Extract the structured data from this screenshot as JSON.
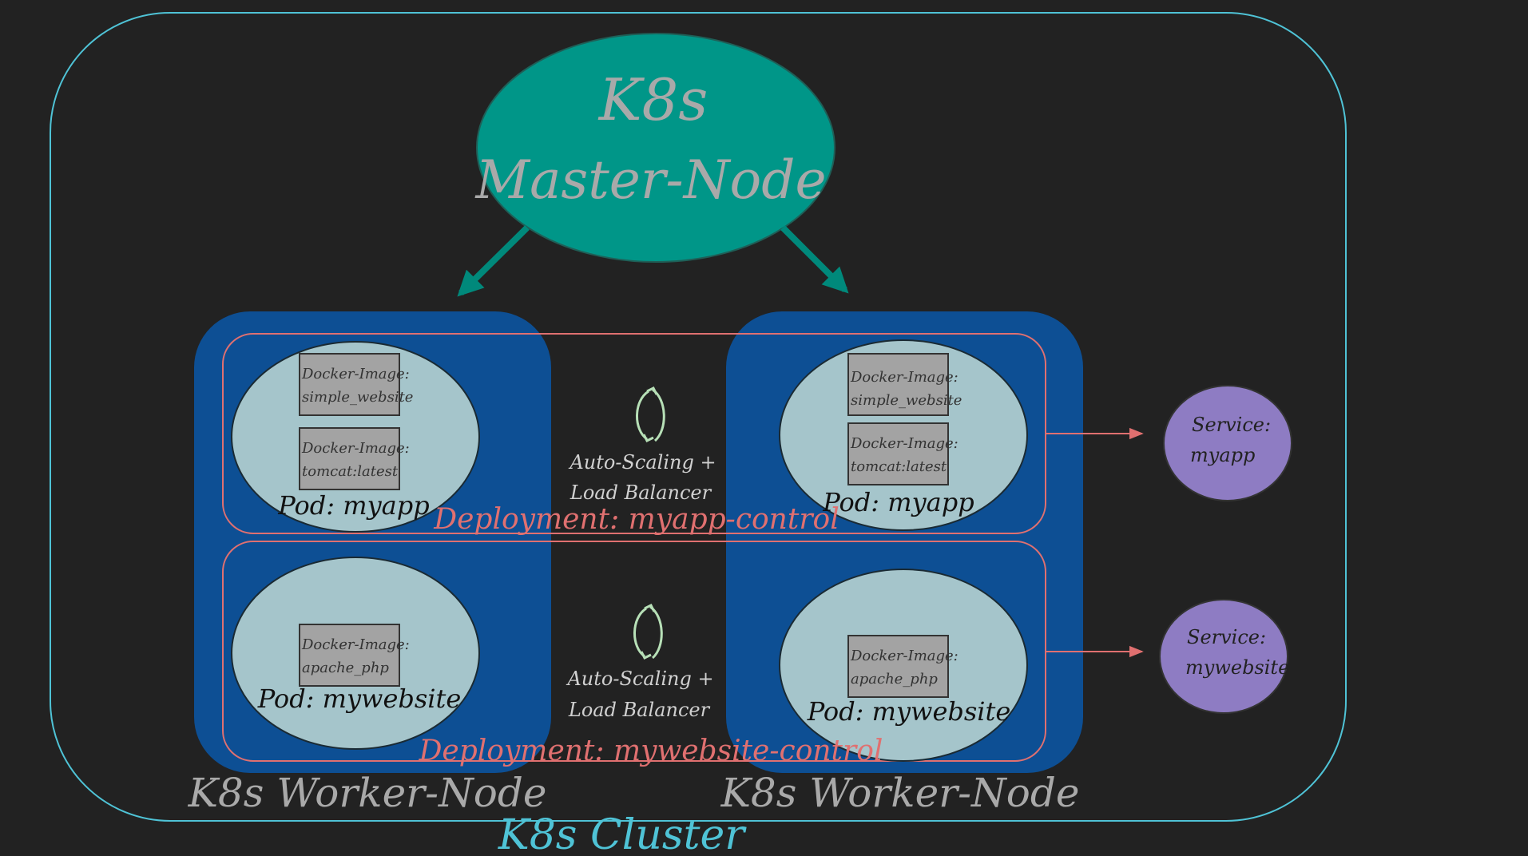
{
  "colors": {
    "background": "#222222",
    "cluster_border": "#4fc3d6",
    "master_fill": "#009688",
    "arrow": "#00897b",
    "worker_fill": "#0d4f94",
    "pod_fill": "#a5c5cb",
    "image_fill": "#a3a3a3",
    "deployment_border": "#e07070",
    "service_fill": "#8e7cc3",
    "scaling_icon": "#b7e0b7",
    "label_grey": "#a9a9a9",
    "cluster_label": "#4fc3d6"
  },
  "master": {
    "line1": "K8s",
    "line2": "Master-Node"
  },
  "cluster": {
    "label": "K8s Cluster"
  },
  "workers": [
    {
      "label": "K8s Worker-Node"
    },
    {
      "label": "K8s Worker-Node"
    }
  ],
  "pods": {
    "myapp": {
      "label": "Pod: myapp",
      "images": [
        {
          "line1": "Docker-Image:",
          "line2": "simple_website"
        },
        {
          "line1": "Docker-Image:",
          "line2": "tomcat:latest"
        }
      ]
    },
    "mywebsite": {
      "label": "Pod: mywebsite",
      "images": [
        {
          "line1": "Docker-Image:",
          "line2": "apache_php"
        }
      ]
    }
  },
  "deployments": {
    "myapp": {
      "label": "Deployment: myapp-control"
    },
    "mywebsite": {
      "label": "Deployment: mywebsite-control"
    }
  },
  "scaling": {
    "line1": "Auto-Scaling +",
    "line2": "Load Balancer"
  },
  "services": [
    {
      "line1": "Service:",
      "line2": "myapp"
    },
    {
      "line1": "Service:",
      "line2": "mywebsite"
    }
  ]
}
